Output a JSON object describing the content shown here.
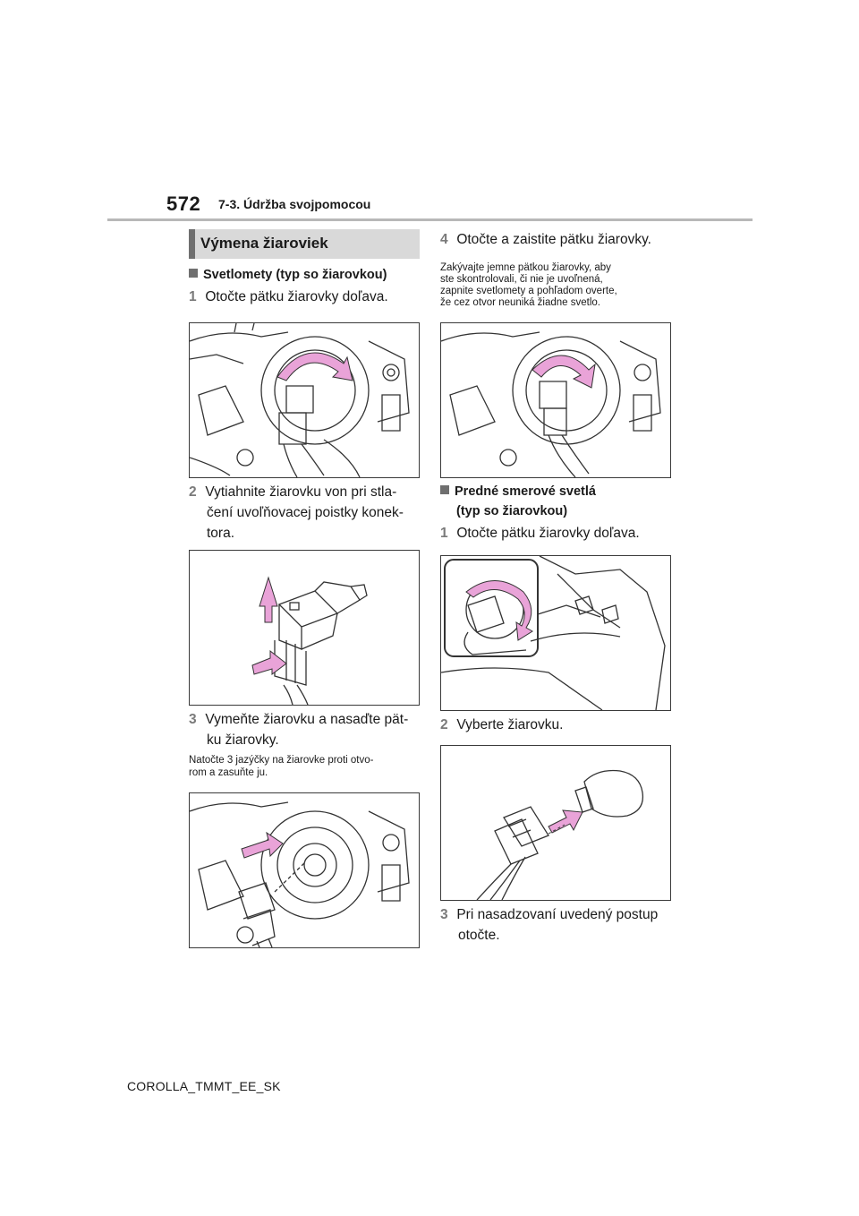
{
  "header": {
    "page_number": "572",
    "section": "7-3. Údržba svojpomocou"
  },
  "left": {
    "heading": "Výmena žiaroviek",
    "subheading": "Svetlomety (typ so žiarovkou)",
    "step1": {
      "num": "1",
      "text": "Otočte pätku žiarovky doľava."
    },
    "step2": {
      "num": "2",
      "line1": "Vytiahnite žiarovku von pri stla-",
      "line2": "čení uvoľňovacej poistky konek-",
      "line3": "tora."
    },
    "step3": {
      "num": "3",
      "line1": "Vymeňte žiarovku a nasaďte pät-",
      "line2": "ku žiarovky."
    },
    "note": {
      "line1": "Natočte 3 jazýčky na žiarovke proti otvo-",
      "line2": "rom a zasuňte ju."
    }
  },
  "right": {
    "step4": {
      "num": "4",
      "text": "Otočte a zaistite pätku žiarovky."
    },
    "note": {
      "line1": "Zakývajte jemne pätkou žiarovky, aby",
      "line2": "ste skontrolovali, či nie je uvoľnená,",
      "line3": "zapnite svetlomety a pohľadom overte,",
      "line4": "že cez otvor neuniká žiadne svetlo."
    },
    "subheading": {
      "line1": "Predné smerové svetlá",
      "line2": "(typ so žiarovkou)"
    },
    "step1": {
      "num": "1",
      "text": "Otočte pätku žiarovky doľava."
    },
    "step2": {
      "num": "2",
      "text": "Vyberte žiarovku."
    },
    "step3": {
      "num": "3",
      "line1": "Pri nasadzovaní uvedený postup",
      "line2": "otočte."
    }
  },
  "footer": {
    "code": "COROLLA_TMMT_EE_SK"
  },
  "colors": {
    "arrow_pink": "#e9a3d8",
    "heading_bg": "#d9d9d9",
    "heading_bar": "#6f6f6f",
    "step_number": "#7a7a7a"
  },
  "icons": [
    "square-bullet-icon"
  ]
}
